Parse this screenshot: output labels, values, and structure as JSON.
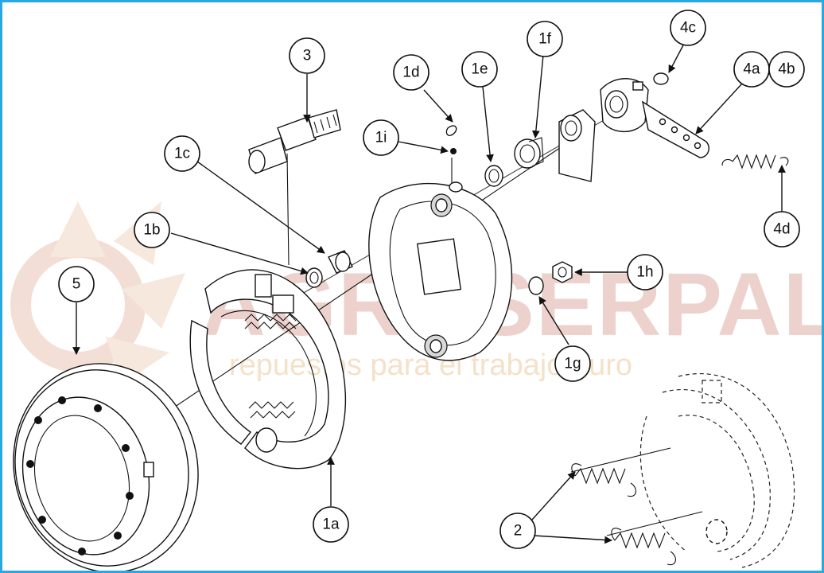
{
  "watermark": {
    "brand": "AGROSERPAL",
    "tagline": "repuestos para el trabajo duro"
  },
  "callouts": [
    {
      "id": "3",
      "label": "3"
    },
    {
      "id": "1d",
      "label": "1d"
    },
    {
      "id": "1e",
      "label": "1e"
    },
    {
      "id": "1f",
      "label": "1f"
    },
    {
      "id": "4c",
      "label": "4c"
    },
    {
      "id": "4a",
      "label": "4a"
    },
    {
      "id": "4b",
      "label": "4b"
    },
    {
      "id": "1i",
      "label": "1i"
    },
    {
      "id": "1c",
      "label": "1c"
    },
    {
      "id": "1b",
      "label": "1b"
    },
    {
      "id": "4d",
      "label": "4d"
    },
    {
      "id": "5",
      "label": "5"
    },
    {
      "id": "1h",
      "label": "1h"
    },
    {
      "id": "1g",
      "label": "1g"
    },
    {
      "id": "1a",
      "label": "1a"
    },
    {
      "id": "2",
      "label": "2"
    }
  ],
  "colors": {
    "frame_border": "#29a8e0",
    "watermark_text": "#e9c9c4",
    "watermark_tagline": "#f3dcc0",
    "line_art": "#111111"
  }
}
